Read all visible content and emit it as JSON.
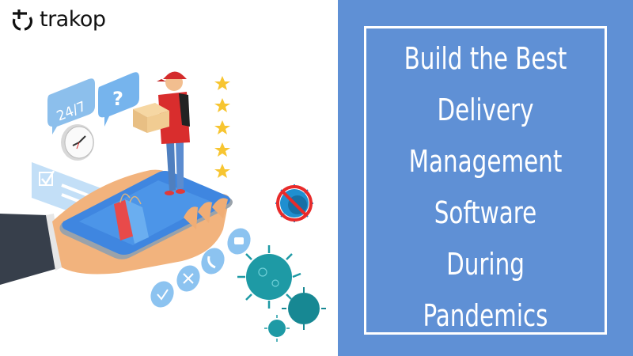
{
  "brand": {
    "name": "trakop",
    "logo_icon": "trakop-logo-icon"
  },
  "title_lines": [
    "Build the Best",
    "Delivery",
    "Management",
    "Software",
    "During",
    "Pandemics"
  ],
  "illustration": {
    "bubble_24_7": "24/7",
    "bubble_question": "?",
    "stars_count": 5,
    "icons": [
      "clock-icon",
      "checkbox-card-icon",
      "shopping-bag-icon",
      "no-virus-icon",
      "virus-icon",
      "checkmark-circle-icon",
      "tools-circle-icon",
      "phone-circle-icon",
      "chat-circle-icon"
    ]
  },
  "colors": {
    "panel_blue": "#5f90d5",
    "frame_white": "#ffffff",
    "text_white": "#ffffff",
    "logo_black": "#111111",
    "star_yellow": "#f7c531",
    "virus_teal": "#1f9aa6"
  }
}
